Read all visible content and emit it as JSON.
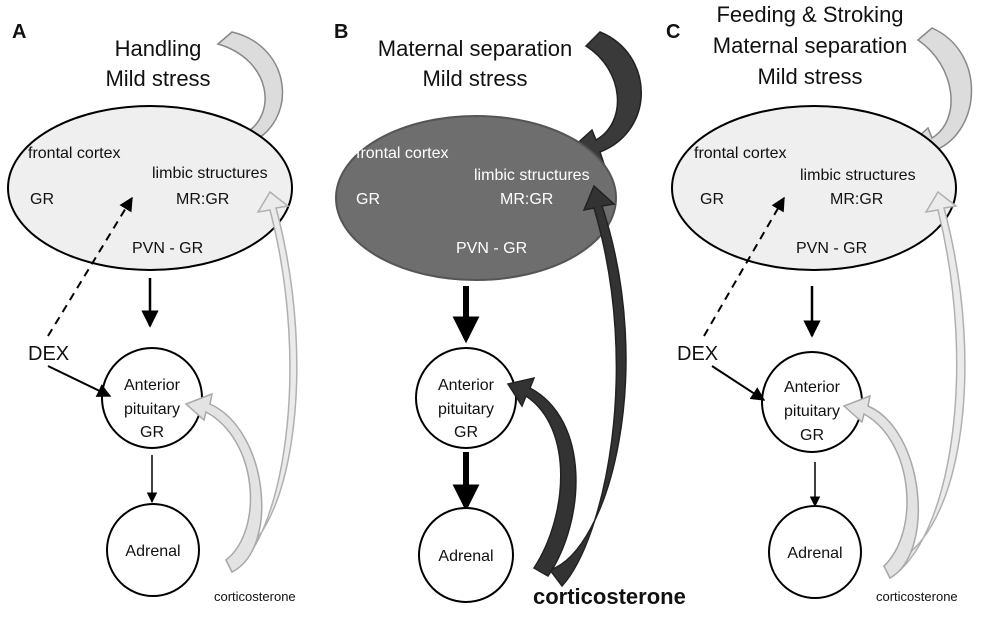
{
  "colors": {
    "ellipse_light": "#efefef",
    "ellipse_dark": "#6e6e6e",
    "arrow_light": "#dcdcdc",
    "arrow_dark": "#333333",
    "stroke": "#000000"
  },
  "panels": [
    {
      "letter": "A",
      "stimulus_lines": [
        "Handling",
        "Mild stress"
      ],
      "frontal_cortex": "frontal cortex",
      "limbic_structures": "limbic structures",
      "gr_cortex": "GR",
      "mr_gr": "MR:GR",
      "pvn_gr": "PVN - GR",
      "dex": "DEX",
      "pituitary_lines": [
        "Anterior",
        "pituitary",
        "GR"
      ],
      "adrenal": "Adrenal",
      "corticosterone": "corticosterone"
    },
    {
      "letter": "B",
      "stimulus_lines": [
        "Maternal separation",
        "Mild stress"
      ],
      "frontal_cortex": "frontal cortex",
      "limbic_structures": "limbic structures",
      "gr_cortex": "GR",
      "mr_gr": "MR:GR",
      "pvn_gr": "PVN - GR",
      "pituitary_lines": [
        "Anterior",
        "pituitary",
        "GR"
      ],
      "adrenal": "Adrenal",
      "corticosterone": "corticosterone"
    },
    {
      "letter": "C",
      "stimulus_lines": [
        "Feeding & Stroking",
        "Maternal separation",
        "Mild stress"
      ],
      "frontal_cortex": "frontal cortex",
      "limbic_structures": "limbic structures",
      "gr_cortex": "GR",
      "mr_gr": "MR:GR",
      "pvn_gr": "PVN - GR",
      "dex": "DEX",
      "pituitary_lines": [
        "Anterior",
        "pituitary",
        "GR"
      ],
      "adrenal": "Adrenal",
      "corticosterone": "corticosterone"
    }
  ]
}
